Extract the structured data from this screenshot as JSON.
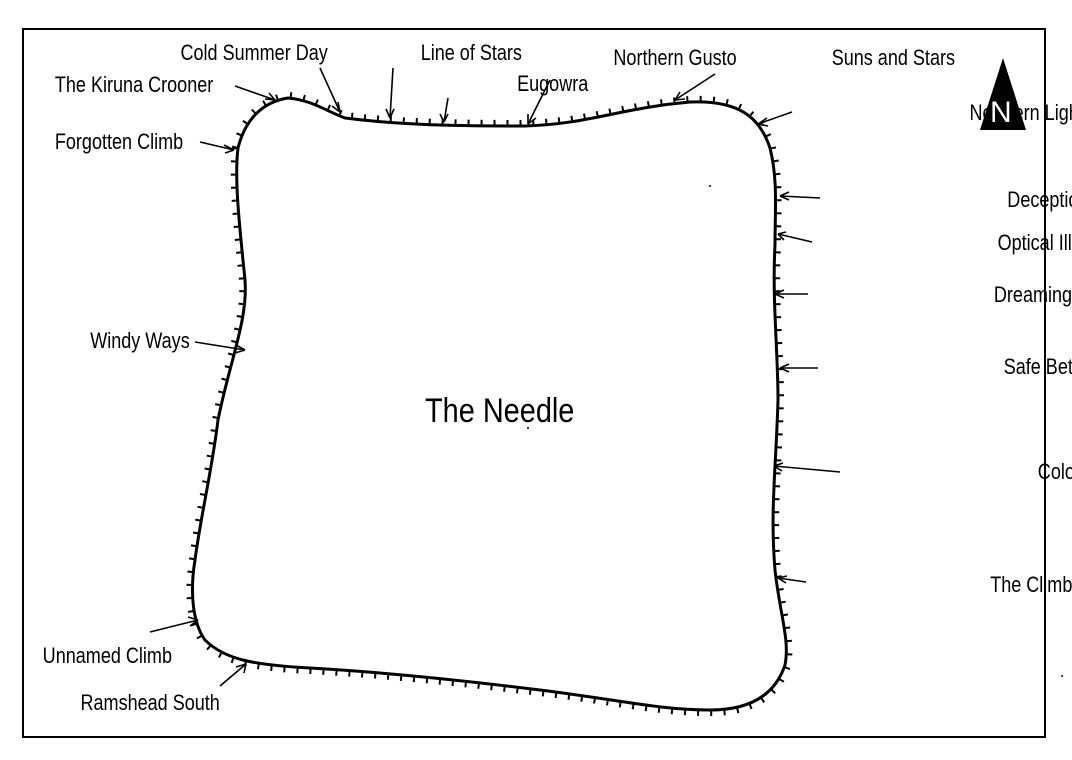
{
  "map": {
    "title": "The Needle",
    "north_letter": "N",
    "routes": [
      "Cold Summer Day",
      "Line of Stars",
      "Northern Gusto",
      "Suns and Stars",
      "The Kiruna Crooner",
      "Eugowra",
      "Northern Lights",
      "Forgotten Climb",
      "Deception",
      "Optical Illusion",
      "Dreaming",
      "Windy Ways",
      "Safe Bet",
      "Colour-blind",
      "The Climb",
      "Unnamed Climb",
      "Ramshead South"
    ]
  }
}
